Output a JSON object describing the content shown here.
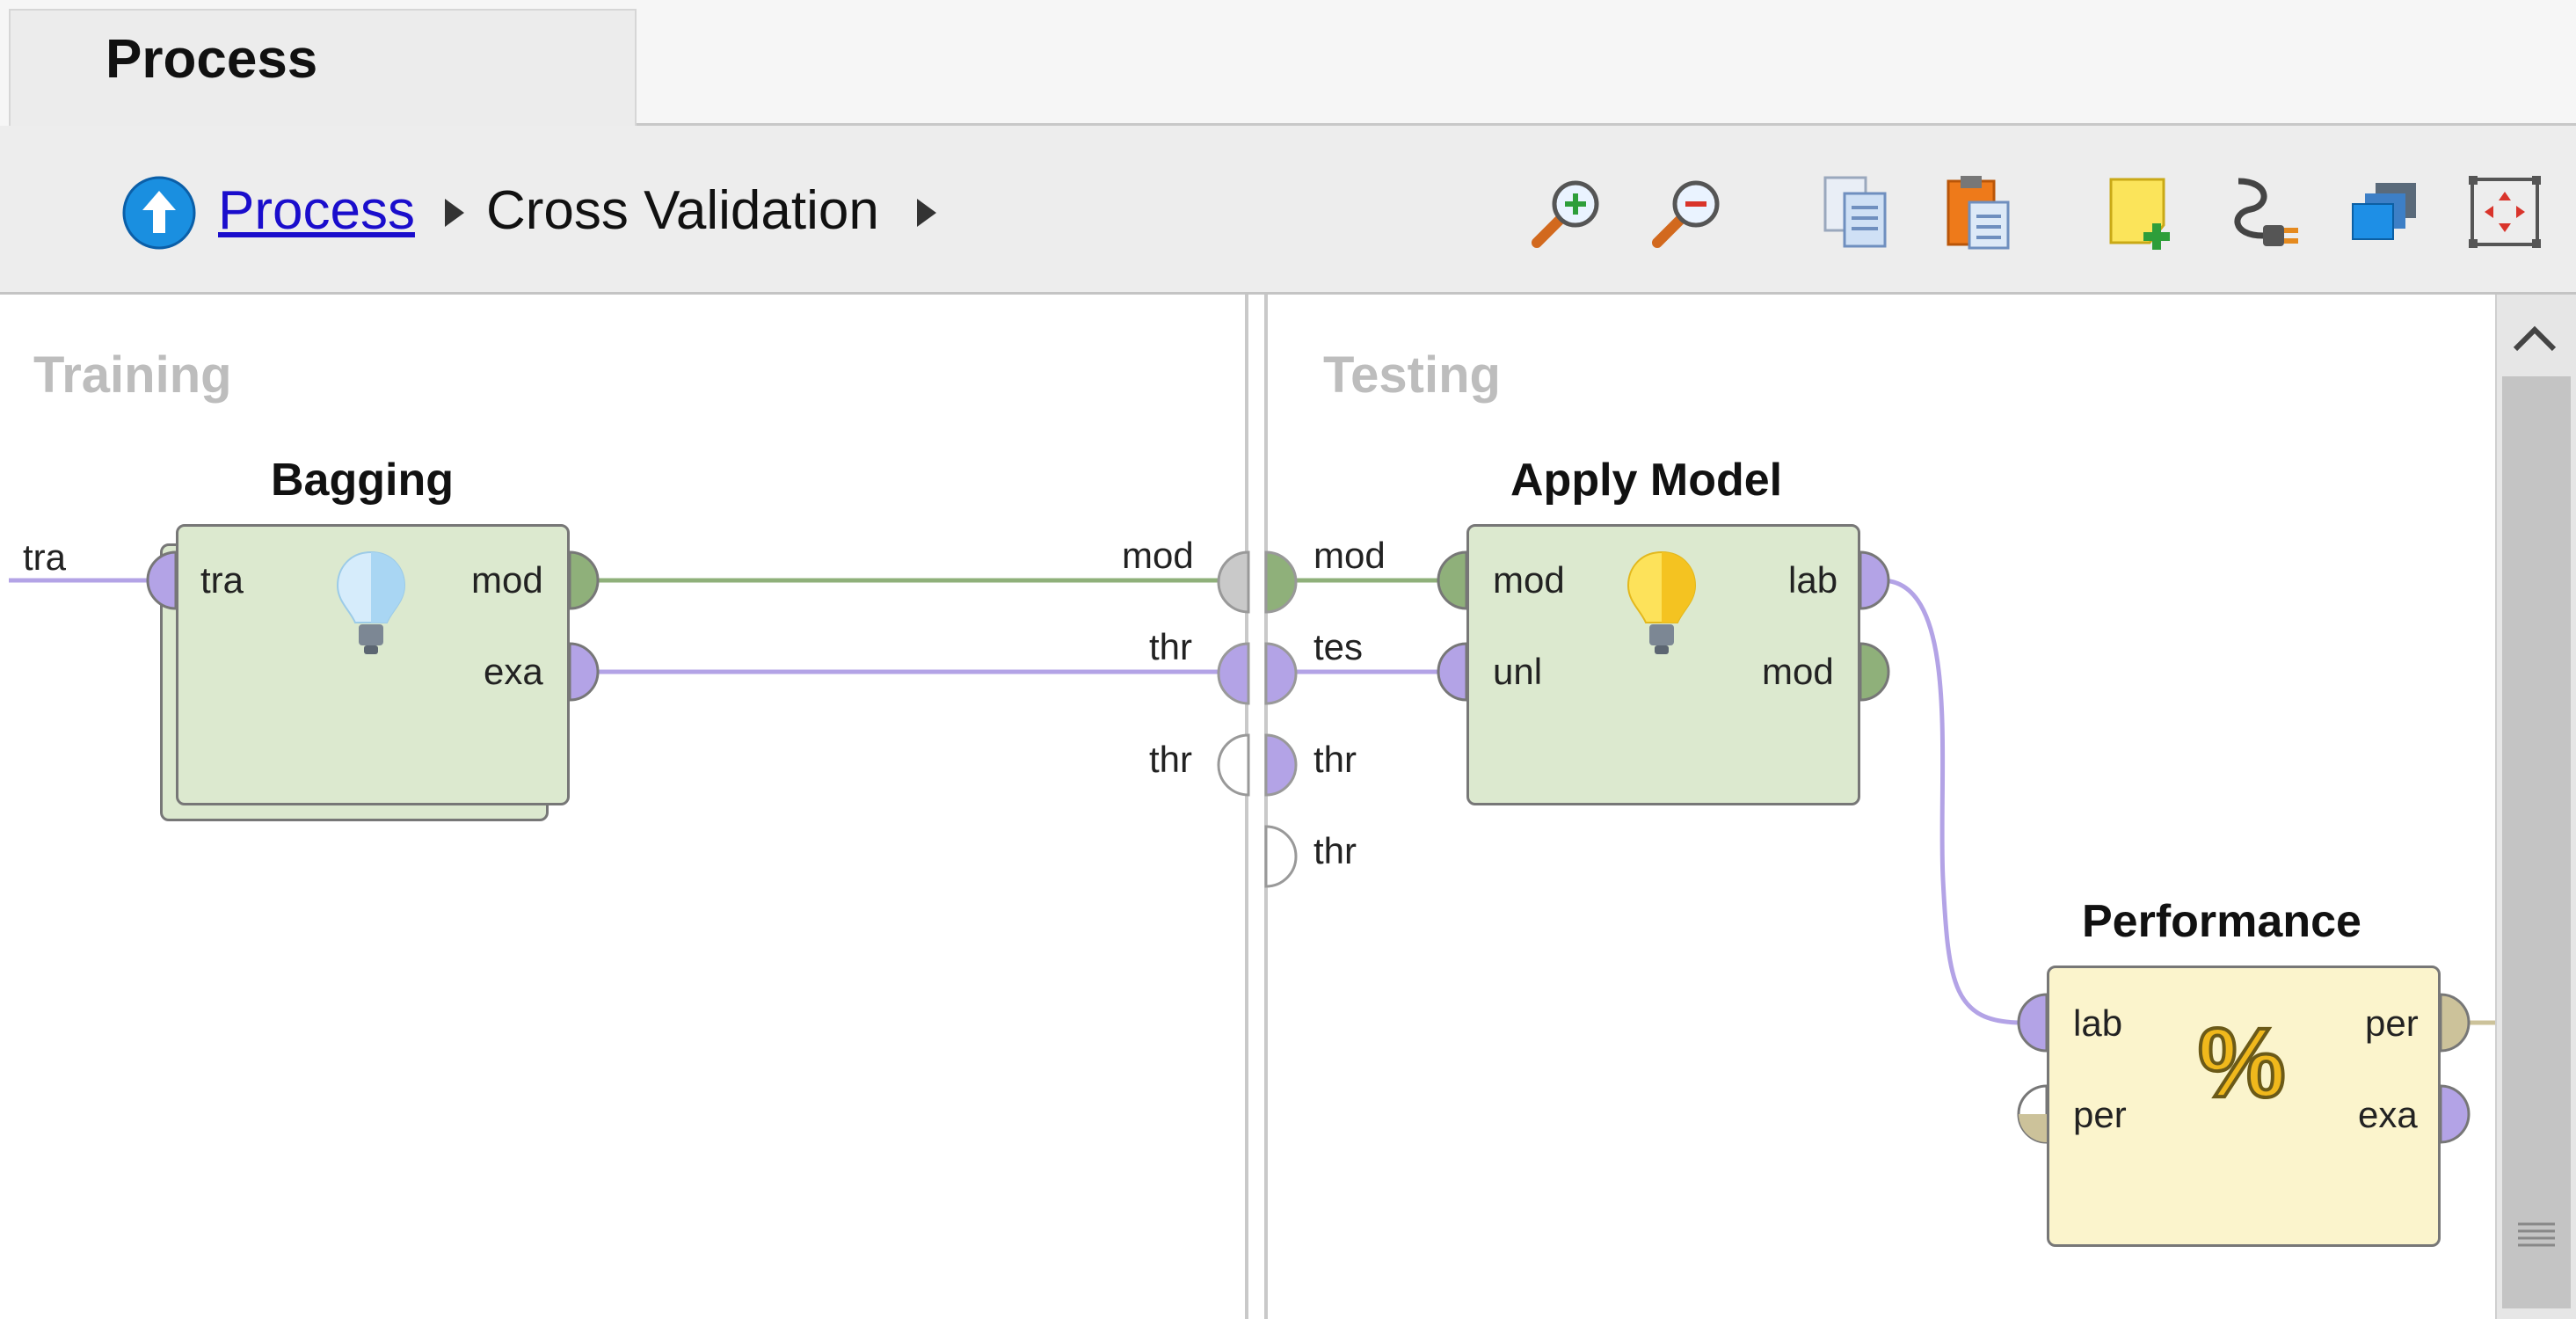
{
  "tab": {
    "label": "Process"
  },
  "breadcrumb": {
    "root": "Process",
    "current": "Cross Validation"
  },
  "toolbar": {
    "tools": [
      "zoom-in-icon",
      "zoom-out-icon",
      "copy-icon",
      "paste-icon",
      "add-note-icon",
      "auto-wire-icon",
      "arrange-icon",
      "fit-view-icon"
    ]
  },
  "sections": {
    "training": "Training",
    "testing": "Testing"
  },
  "training_ports": {
    "left": "tra",
    "right_mod": "mod",
    "right_thr1": "thr",
    "right_thr2": "thr"
  },
  "testing_ports": {
    "mod": "mod",
    "tes": "tes",
    "thr1": "thr",
    "thr2": "thr"
  },
  "bagging": {
    "title": "Bagging",
    "in_tra": "tra",
    "out_mod": "mod",
    "out_exa": "exa"
  },
  "apply_model": {
    "title": "Apply Model",
    "in_mod": "mod",
    "in_unl": "unl",
    "out_lab": "lab",
    "out_mod": "mod"
  },
  "performance": {
    "title": "Performance",
    "in_lab": "lab",
    "in_per": "per",
    "out_per": "per",
    "out_exa": "exa",
    "symbol": "%"
  },
  "colors": {
    "model_port": "#8fb07a",
    "data_port": "#b3a3e6",
    "perf_port": "#ccc29a",
    "link_blue": "#1a0dcc"
  }
}
